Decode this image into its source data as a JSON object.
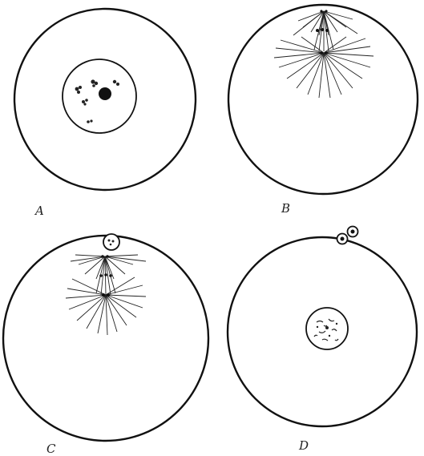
{
  "panels": [
    {
      "id": "A",
      "label": "A",
      "stage": "germinal-vesicle"
    },
    {
      "id": "B",
      "label": "B",
      "stage": "first-spindle"
    },
    {
      "id": "C",
      "label": "C",
      "stage": "first-polar-body"
    },
    {
      "id": "D",
      "label": "D",
      "stage": "female-pronucleus"
    }
  ],
  "style": {
    "stroke": "#111111",
    "background": "#ffffff"
  }
}
